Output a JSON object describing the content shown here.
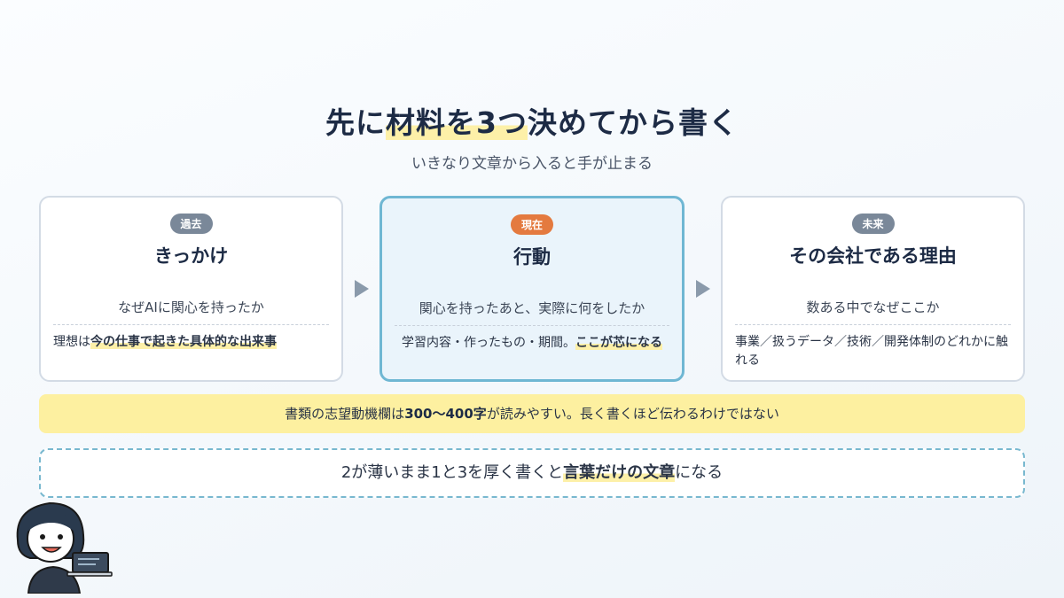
{
  "title": {
    "pre": "先に",
    "highlight": "材料を3つ",
    "post": "決めてから書く"
  },
  "subtitle": "いきなり文章から入ると手が止まる",
  "cards": [
    {
      "badge": "過去",
      "title": "きっかけ",
      "question": "なぜAIに関心を持ったか",
      "note_pre": "理想は",
      "note_hl": "今の仕事で起きた具体的な出来事",
      "note_post": ""
    },
    {
      "badge": "現在",
      "title": "行動",
      "question": "関心を持ったあと、実際に何をしたか",
      "note_pre": "学習内容・作ったもの・期間。",
      "note_hl": "ここが芯になる",
      "note_post": ""
    },
    {
      "badge": "未来",
      "title": "その会社である理由",
      "question": "数ある中でなぜここか",
      "note_pre": "事業／扱うデータ／技術／開発体制のどれかに触れる",
      "note_hl": "",
      "note_post": ""
    }
  ],
  "banner": {
    "pre": "書類の志望動機欄は",
    "bold": "300〜400字",
    "post": "が読みやすい。長く書くほど伝わるわけではない"
  },
  "callout": {
    "pre": "2が薄いまま1と3を厚く書くと",
    "hl": "言葉だけの文章",
    "post": "になる"
  },
  "colors": {
    "accent_orange": "#e47a3f",
    "accent_blue": "#6fb7d3",
    "highlight_yellow": "#fdf0a0",
    "badge_gray": "#7a8899"
  }
}
